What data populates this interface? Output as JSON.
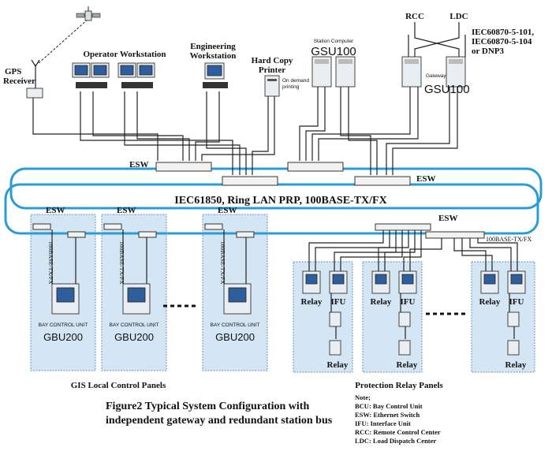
{
  "labels": {
    "gps_receiver": [
      "GPS",
      "Receiver"
    ],
    "operator_workstation": "Operator Workstation",
    "engineering_workstation": [
      "Engineering",
      "Workstation"
    ],
    "hard_copy_printer": [
      "Hard Copy",
      "Printer"
    ],
    "on_demand_printing": [
      "On demand",
      "printing"
    ],
    "station_computer": "Station Computer",
    "gsu100": "GSU100",
    "gateway": "Gateway",
    "rcc": "RCC",
    "ldc": "LDC",
    "protocols": [
      "IEC60870-5-101,",
      "IEC60870-5-104",
      "or DNP3"
    ],
    "esw": "ESW",
    "ring_lan": "IEC61850, Ring LAN PRP, 100BASE-TX/FX",
    "base_tx_fx": "100BASE-TX/FX",
    "bay_control_unit": "BAY CONTROL UNIT",
    "gbu200": "GBU200",
    "relay": "Relay",
    "ifu": "IFU",
    "gis_panels": "GIS Local Control Panels",
    "protection_panels": "Protection Relay Panels"
  },
  "caption": [
    "Figure2 Typical System Configuration with",
    "independent gateway and redundant station bus"
  ],
  "notes": {
    "title": "Note;",
    "items": [
      "BCU: Bay Control Unit",
      "ESW: Ethernet Switch",
      "IFU: Interface Unit",
      "RCC: Remote Control Center",
      "LDC: Load Dispatch Center"
    ]
  },
  "colors": {
    "ring": "#2b9bd8",
    "panel_fill": "#d4e5f3",
    "screen": "#2e5f9c"
  }
}
